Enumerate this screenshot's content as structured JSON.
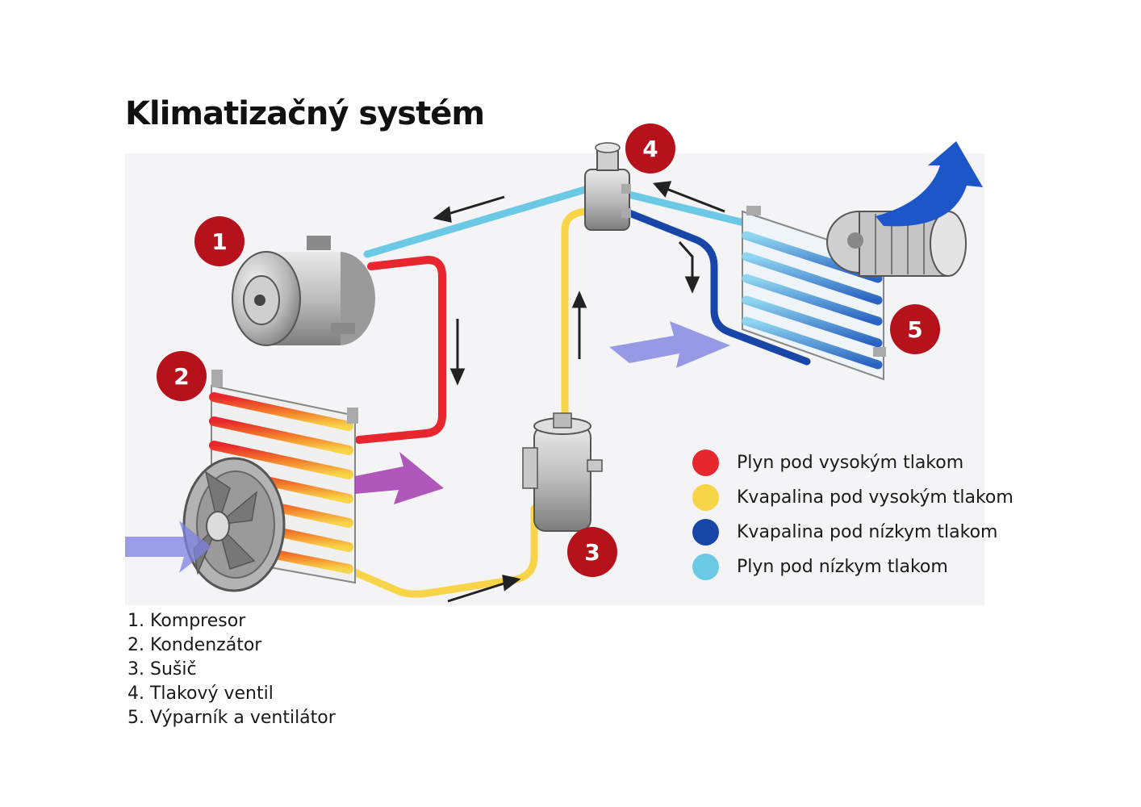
{
  "title": "Klimatizačný systém",
  "badges": [
    "1",
    "2",
    "3",
    "4",
    "5"
  ],
  "legend": [
    {
      "label": "Plyn pod vysokým tlakom",
      "color": "#e8262d"
    },
    {
      "label": "Kvapalina pod vysokým tlakom",
      "color": "#f8d448"
    },
    {
      "label": "Kvapalina pod nízkym tlakom",
      "color": "#1846a8"
    },
    {
      "label": "Plyn pod nízkym tlakom",
      "color": "#6cc9e6"
    }
  ],
  "parts": [
    "1. Kompresor",
    "2. Kondenzátor",
    "3. Sušič",
    "4. Tlakový ventil",
    "5. Výparník a ventilátor"
  ],
  "colors": {
    "badge": "#b5121b",
    "arrow_air_in": "#7e82e0",
    "arrow_air_hot": "#a23bb0",
    "arrow_air_out": "#1c56c8"
  }
}
